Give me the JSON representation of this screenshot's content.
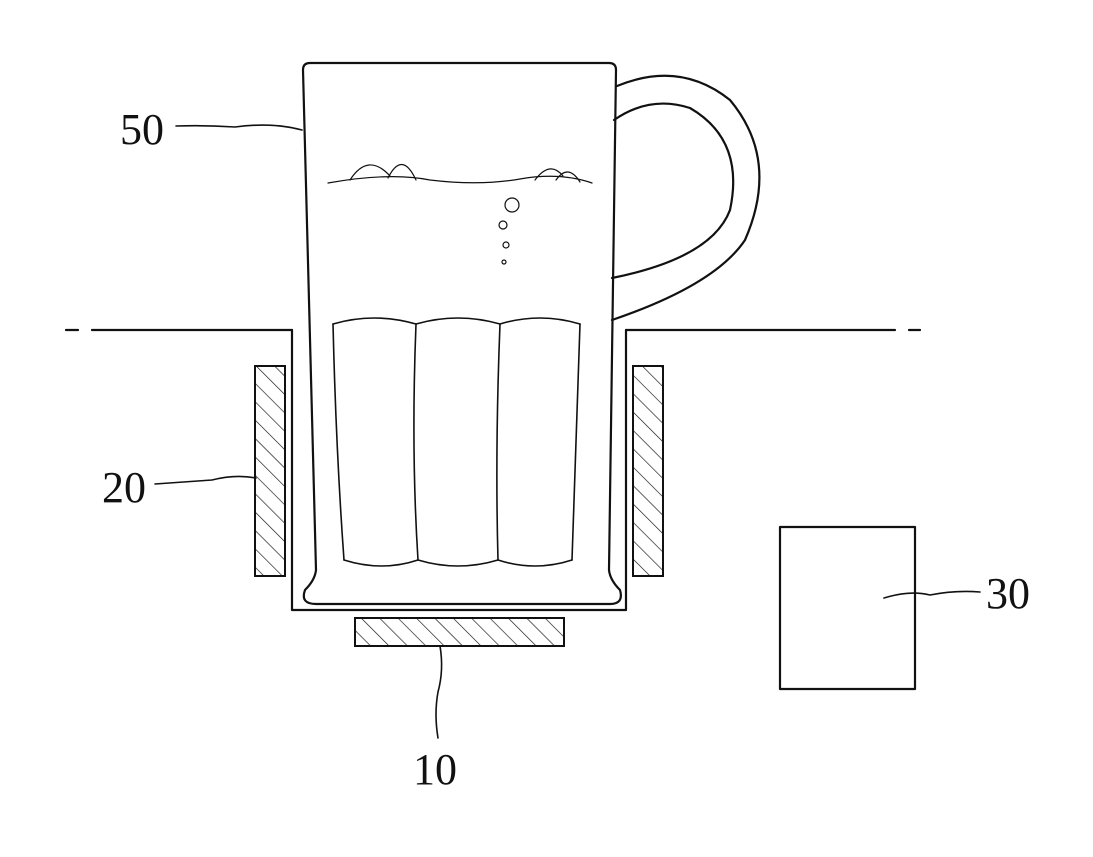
{
  "labels": {
    "cup": "50",
    "side_coil": "20",
    "bottom_coil": "10",
    "controller": "30"
  }
}
